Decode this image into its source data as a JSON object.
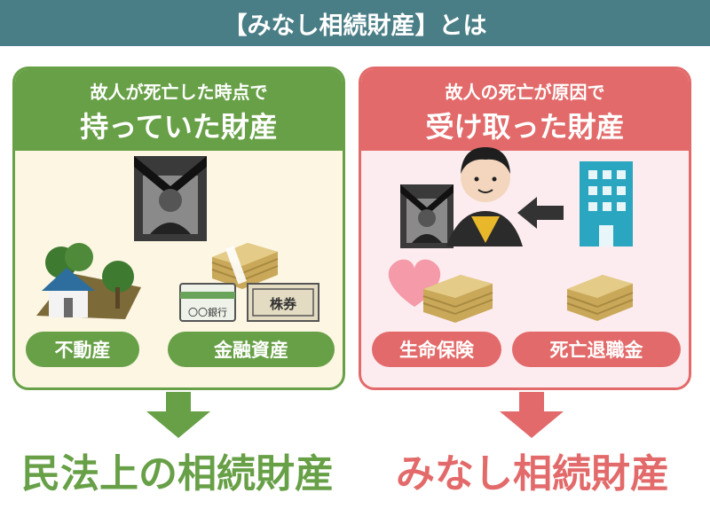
{
  "header": {
    "title": "【みなし相続財産】とは"
  },
  "left_panel": {
    "heading_line1": "故人が死亡した時点で",
    "heading_line2": "持っていた財産",
    "illustration_text": {
      "bank_card": "〇〇銀行",
      "stock_certificate": "株券"
    },
    "pills": [
      "不動産",
      "金融資産"
    ],
    "result": "民法上の相続財産"
  },
  "right_panel": {
    "heading_line1": "故人の死亡が原因で",
    "heading_line2": "受け取った財産",
    "pills": [
      "生命保険",
      "死亡退職金"
    ],
    "result": "みなし相続財産"
  },
  "colors": {
    "header_bg": "#4a7e86",
    "green": "#67a046",
    "left_bg": "#fcf6e3",
    "red": "#e36a6a",
    "right_bg": "#fdecef"
  }
}
